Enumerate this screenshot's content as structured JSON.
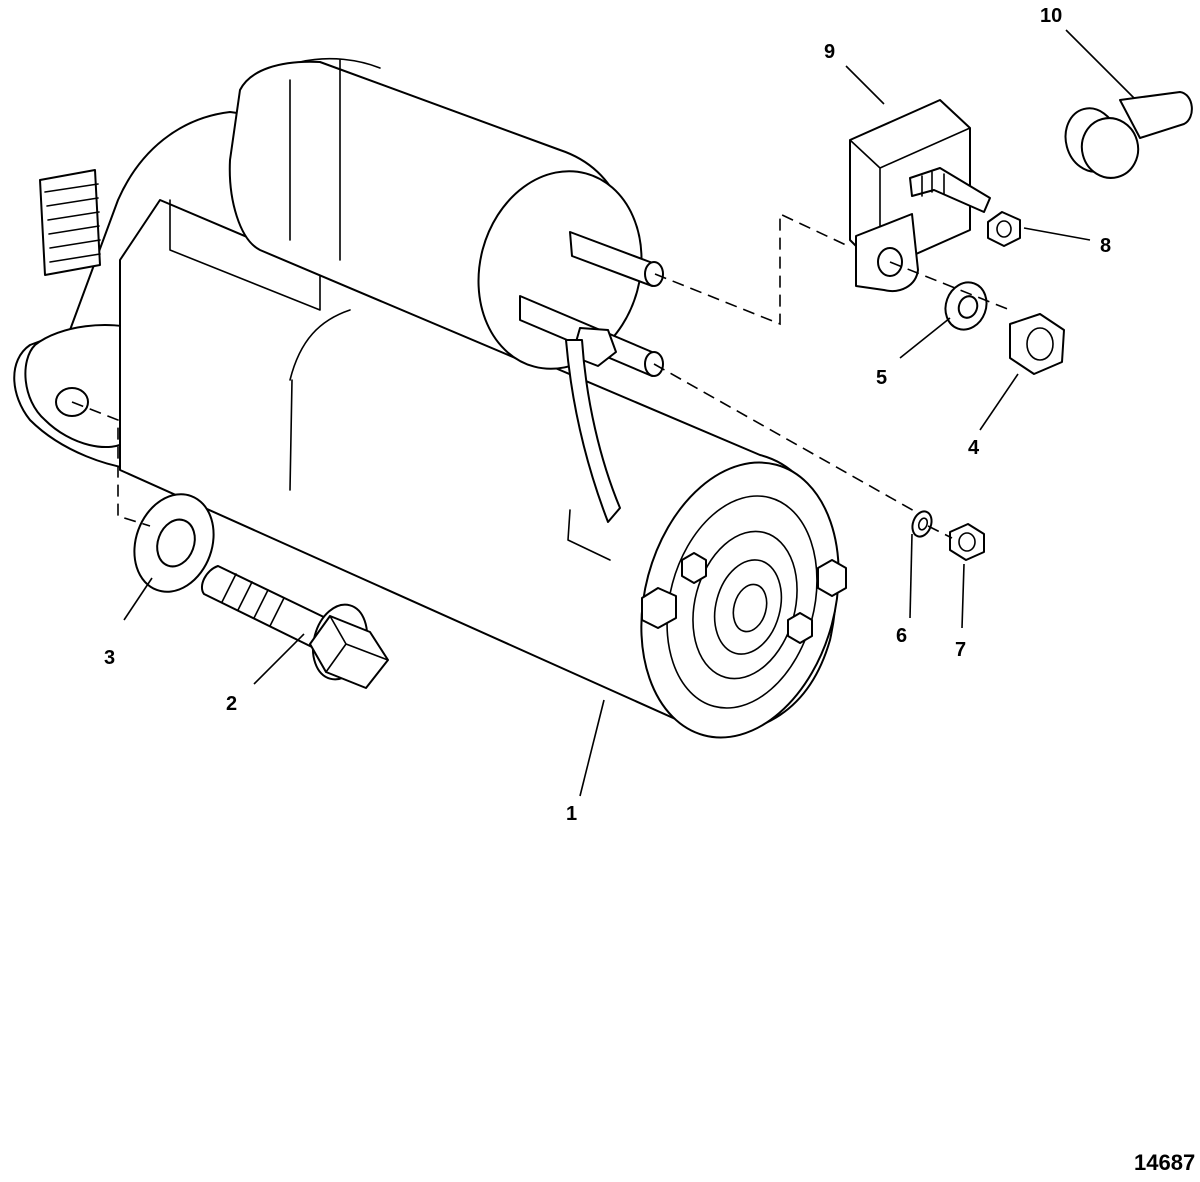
{
  "callouts": {
    "c1": "1",
    "c2": "2",
    "c3": "3",
    "c4": "4",
    "c5": "5",
    "c6": "6",
    "c7": "7",
    "c8": "8",
    "c9": "9",
    "c10": "10"
  },
  "figure_number": "14687",
  "colors": {
    "ink": "#000000",
    "background": "#ffffff"
  }
}
